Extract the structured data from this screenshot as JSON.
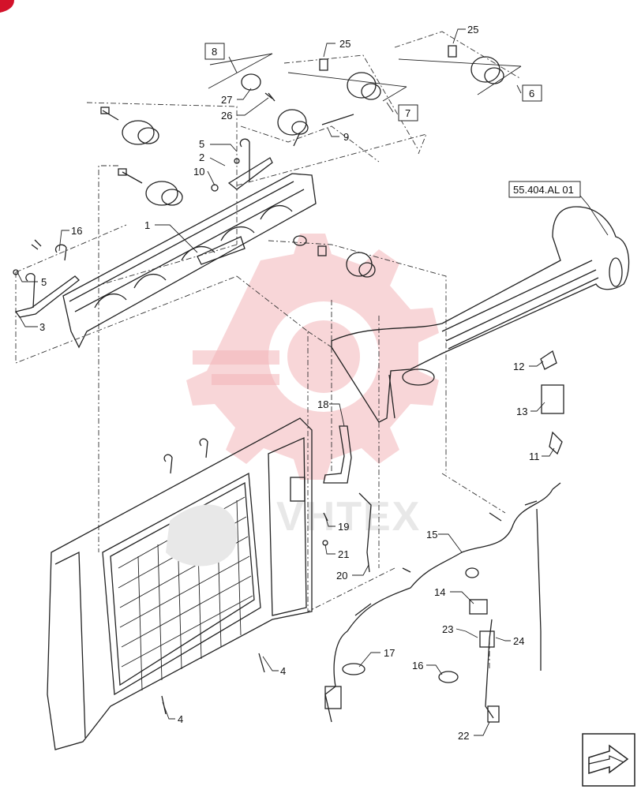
{
  "diagram": {
    "reference": "55.404.AL 01",
    "watermark": "VHTEX",
    "callouts": [
      {
        "id": "c1",
        "label": "1"
      },
      {
        "id": "c2",
        "label": "2"
      },
      {
        "id": "c3",
        "label": "3"
      },
      {
        "id": "c4a",
        "label": "4"
      },
      {
        "id": "c4b",
        "label": "4"
      },
      {
        "id": "c5a",
        "label": "5"
      },
      {
        "id": "c5b",
        "label": "5"
      },
      {
        "id": "c6",
        "label": "6",
        "boxed": true
      },
      {
        "id": "c7",
        "label": "7",
        "boxed": true
      },
      {
        "id": "c8",
        "label": "8",
        "boxed": true
      },
      {
        "id": "c9",
        "label": "9"
      },
      {
        "id": "c10",
        "label": "10"
      },
      {
        "id": "c11",
        "label": "11"
      },
      {
        "id": "c12",
        "label": "12"
      },
      {
        "id": "c13",
        "label": "13"
      },
      {
        "id": "c14",
        "label": "14"
      },
      {
        "id": "c15",
        "label": "15"
      },
      {
        "id": "c16a",
        "label": "16"
      },
      {
        "id": "c16b",
        "label": "16"
      },
      {
        "id": "c17",
        "label": "17"
      },
      {
        "id": "c18",
        "label": "18"
      },
      {
        "id": "c19",
        "label": "19"
      },
      {
        "id": "c20",
        "label": "20"
      },
      {
        "id": "c21",
        "label": "21"
      },
      {
        "id": "c22",
        "label": "22"
      },
      {
        "id": "c23",
        "label": "23"
      },
      {
        "id": "c24",
        "label": "24"
      },
      {
        "id": "c25a",
        "label": "25"
      },
      {
        "id": "c25b",
        "label": "25"
      },
      {
        "id": "c26",
        "label": "26"
      },
      {
        "id": "c27",
        "label": "27"
      }
    ],
    "nav_icon": "next-page-arrow-icon",
    "colors": {
      "watermark": "#f3b5b8",
      "line": "#222222",
      "corner_marker": "#d3122a"
    }
  }
}
